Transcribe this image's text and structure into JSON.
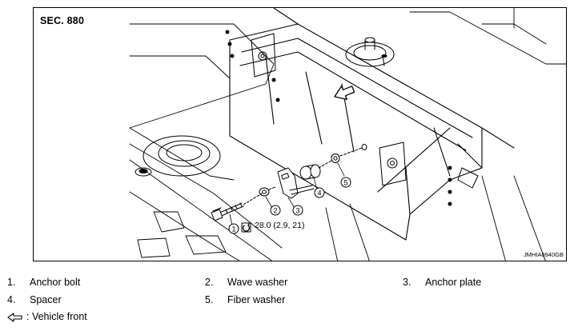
{
  "figure": {
    "section_label": "SEC. 880",
    "figure_code": "JMHIA0940GB",
    "torque_spec": "28.0 (2.9, 21)",
    "callouts": [
      "1",
      "2",
      "3",
      "4",
      "5"
    ]
  },
  "legend": {
    "items": [
      {
        "num": "1.",
        "label": "Anchor bolt"
      },
      {
        "num": "2.",
        "label": "Wave washer"
      },
      {
        "num": "3.",
        "label": "Anchor plate"
      },
      {
        "num": "4.",
        "label": "Spacer"
      },
      {
        "num": "5.",
        "label": "Fiber washer"
      }
    ],
    "vehicle_front": ": Vehicle front"
  }
}
